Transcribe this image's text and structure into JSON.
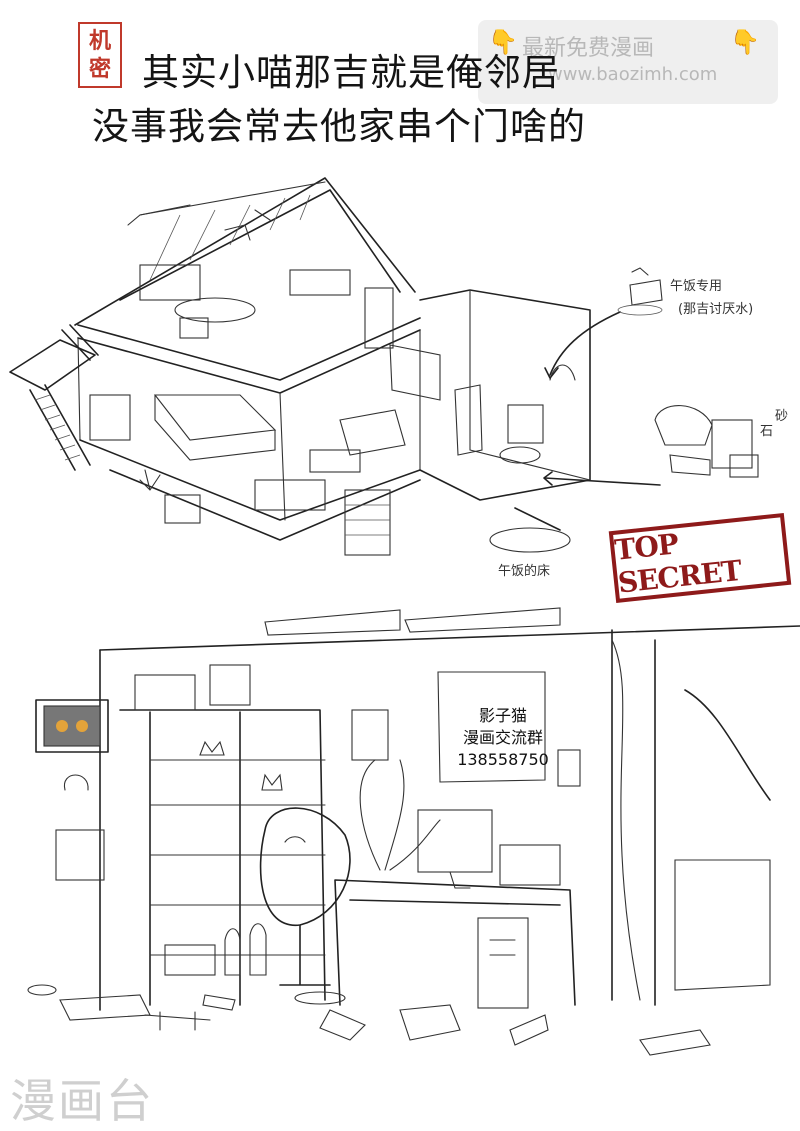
{
  "stamp": {
    "line1": "机",
    "line2": "密"
  },
  "title": {
    "line1": "其实小喵那吉就是俺邻居",
    "line2": "没事我会常去他家串个门啥的"
  },
  "watermark_top": {
    "line1": "最新免费漫画",
    "line2": "www.baozimh.com"
  },
  "notes": {
    "lunch_use": "午饭专用",
    "lunch_note": "(那吉讨厌水)",
    "lunch_bed": "午饭的床",
    "sand": "砂",
    "stone": "石"
  },
  "stamp_top_secret": "TOP SECRET",
  "group": {
    "line1": "影子猫",
    "line2": "漫画交流群",
    "line3": "138558750"
  },
  "watermark_bottom": "漫画台",
  "colors": {
    "stamp_red": "#c0392b",
    "secret_red": "#8e1a1a",
    "ink": "#222222"
  }
}
